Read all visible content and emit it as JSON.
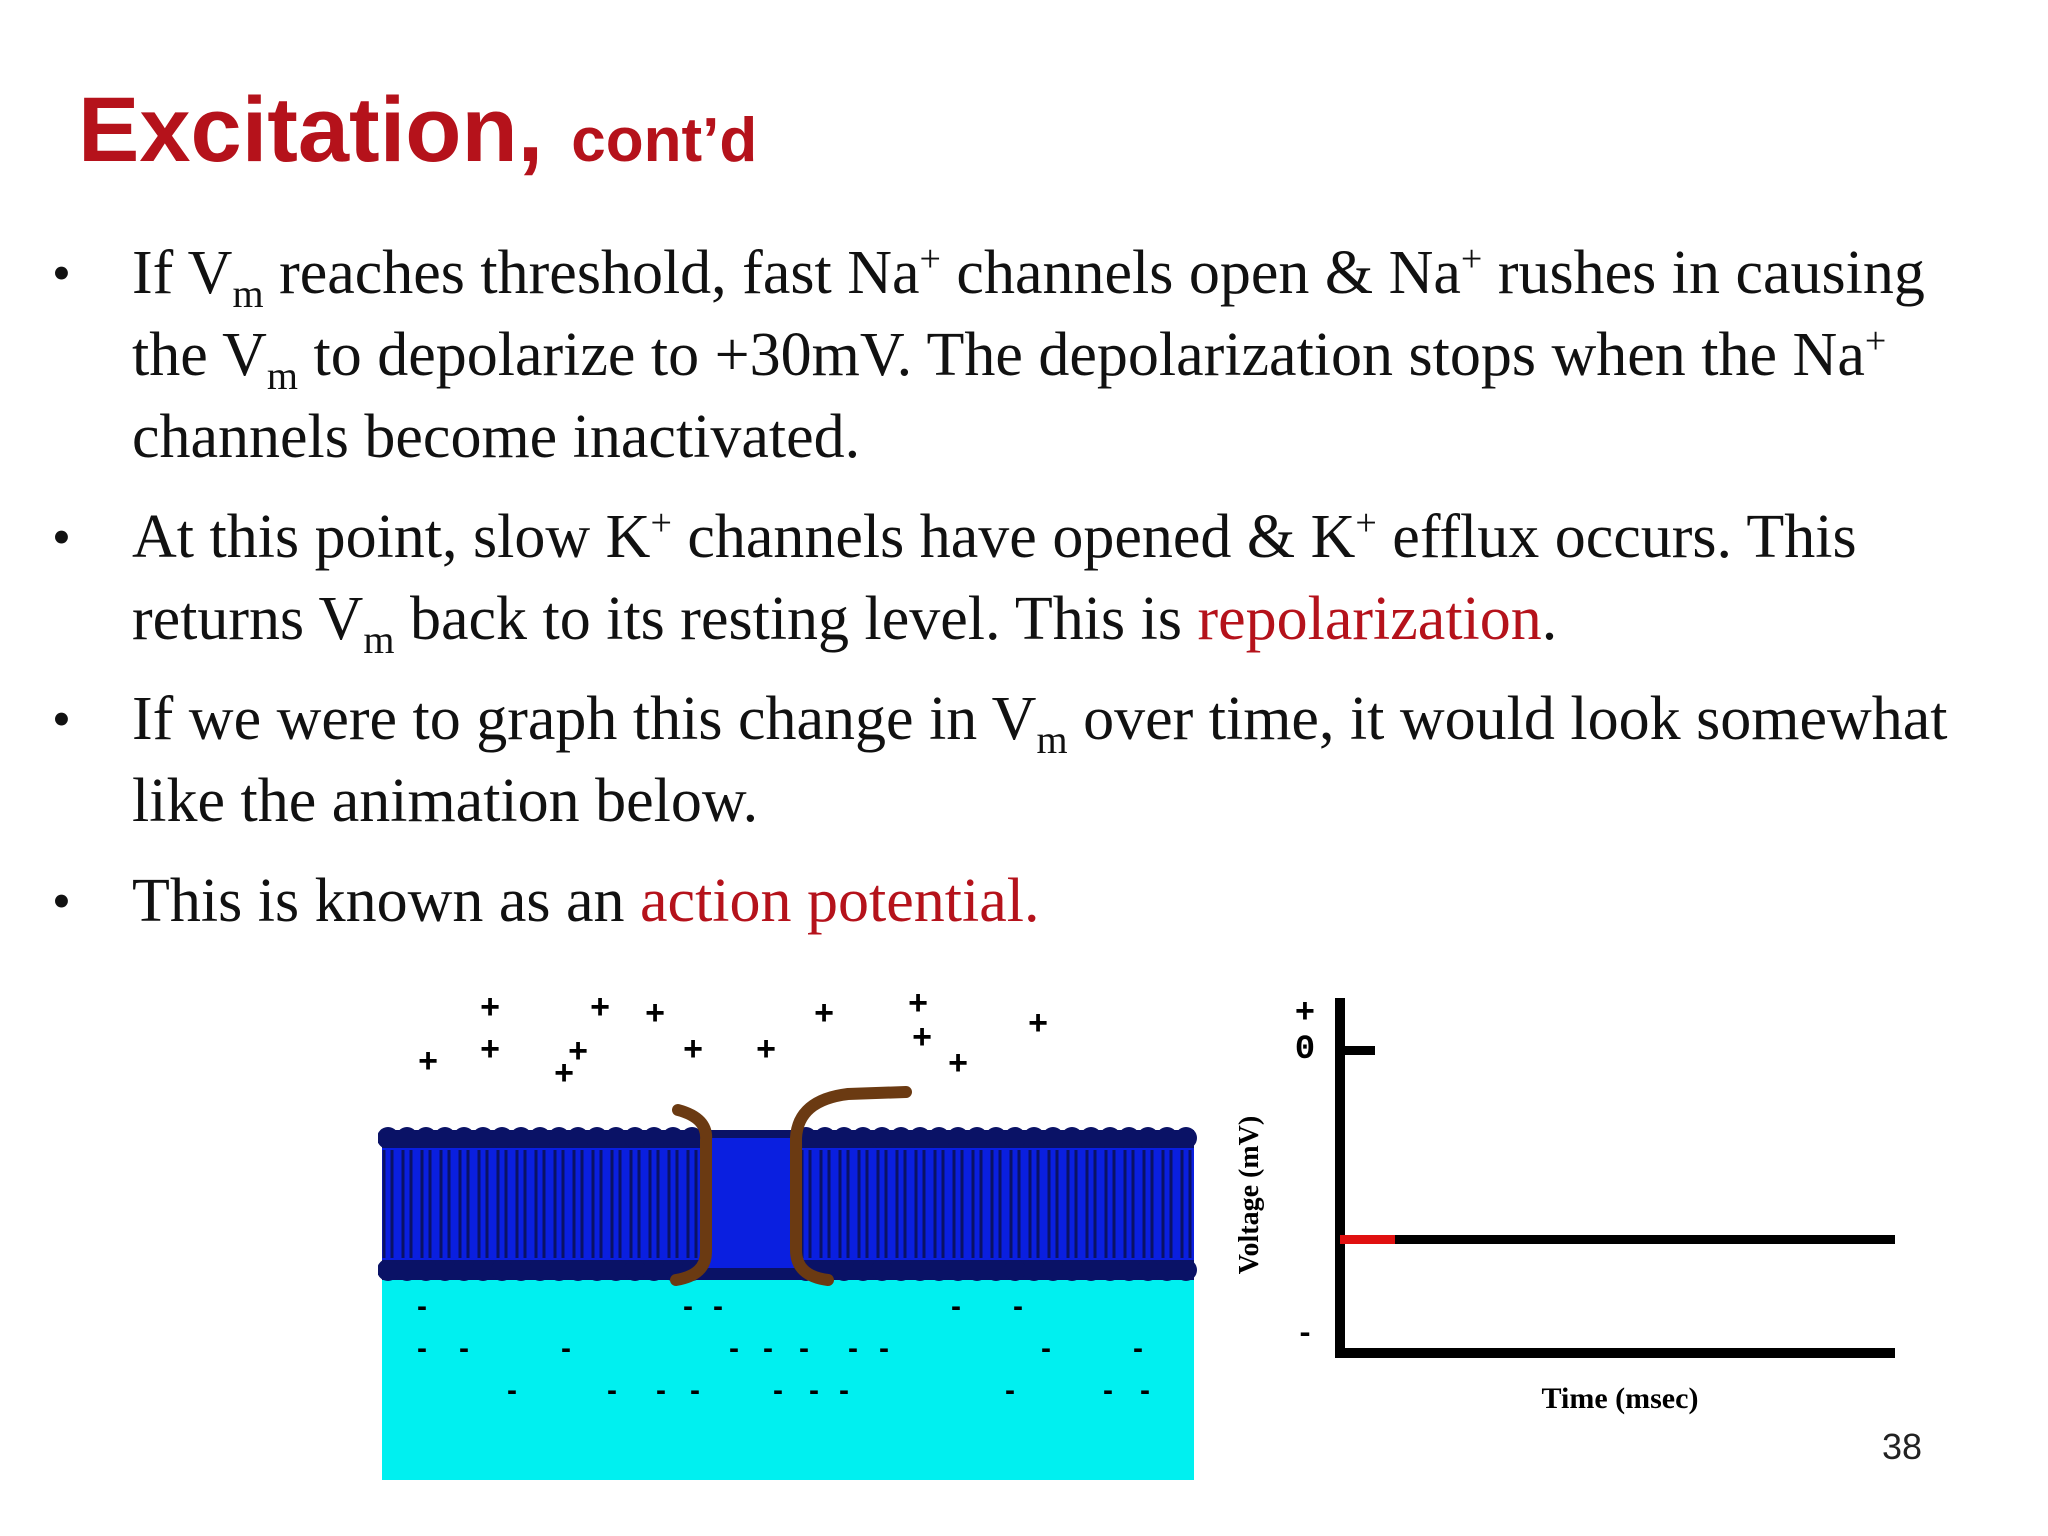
{
  "slide": {
    "title_main": "Excitation,",
    "title_sub": "cont’d",
    "page_number": "38"
  },
  "bullets": [
    {
      "b1_t1": "If V",
      "b1_sub1": "m",
      "b1_t2": " reaches threshold, fast Na",
      "b1_sup1": "+",
      "b1_t3": " channels open & Na",
      "b1_sup2": "+",
      "b1_t4": " rushes in causing the V",
      "b1_sub2": "m",
      "b1_t5": " to depolarize to +30mV.  The depolarization stops when the Na",
      "b1_sup3": "+",
      "b1_t6": " channels become inactivated."
    },
    {
      "b2_t1": "At this point, slow K",
      "b2_sup1": "+",
      "b2_t2": " channels have opened & K",
      "b2_sup2": "+",
      "b2_t3": " efflux occurs. This returns V",
      "b2_sub1": "m",
      "b2_t4": " back to its resting level. This is ",
      "b2_red": "repolarization",
      "b2_t5": "."
    },
    {
      "b3_t1": "If we were to graph this change in V",
      "b3_sub1": "m",
      "b3_t2": " over time, it would look somewhat like the animation below."
    },
    {
      "b4_t1": "This is known as an ",
      "b4_red": "action potential."
    }
  ],
  "bullet_glyph": "•",
  "graph": {
    "plus_label": "+",
    "zero_label": "0",
    "minus_label": "-",
    "y_axis_label": "Voltage (mV)",
    "x_axis_label": "Time (msec)"
  },
  "membrane": {
    "plus_sign": "+",
    "minus_sign": "-"
  },
  "colors": {
    "title_red": "#b5121b",
    "membrane_blue": "#0a1fe0",
    "membrane_dark": "#0a1266",
    "cytoplasm_cyan": "#00f0f0",
    "channel_brown": "#6b3a12",
    "trace_red": "#e01010"
  }
}
